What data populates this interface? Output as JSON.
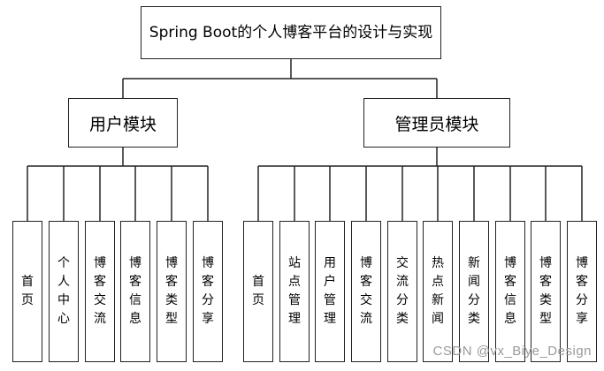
{
  "root": {
    "title": "Spring Boot的个人博客平台的设计与实现"
  },
  "modules": [
    {
      "name": "用户模块",
      "items": [
        "首页",
        "个人中心",
        "博客交流",
        "博客信息",
        "博客类型",
        "博客分享"
      ]
    },
    {
      "name": "管理员模块",
      "items": [
        "首页",
        "站点管理",
        "用户管理",
        "博客交流",
        "交流分类",
        "热点新闻",
        "新闻分类",
        "博客信息",
        "博客类型",
        "博客分享"
      ]
    }
  ],
  "watermark": "CSDN @vx_Biye_Design"
}
